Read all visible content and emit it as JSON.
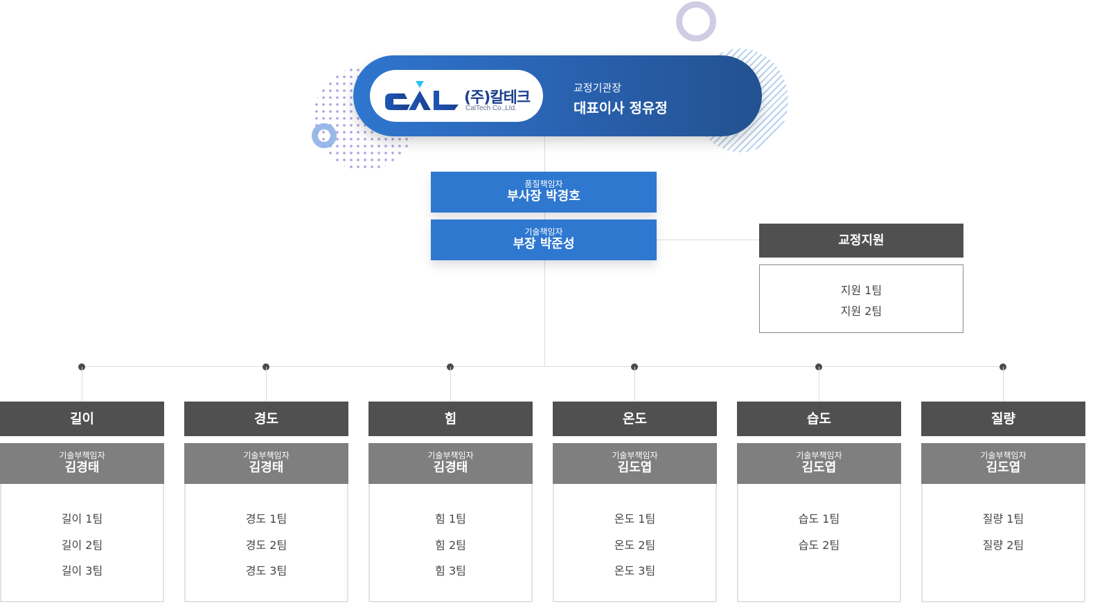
{
  "colors": {
    "ceo_gradient_start": "#2f76cf",
    "ceo_gradient_end": "#22518f",
    "executive_box": "#2f78d0",
    "department_header": "#505050",
    "department_lead": "#7f7f7f",
    "connector": "#dcdcdc",
    "node_dot": "#4a4a4a"
  },
  "company": {
    "logo_mark": "CAL",
    "name_kr": "(주)칼테크",
    "name_en": "CalTech Co.,Ltd."
  },
  "ceo": {
    "role": "교정기관장",
    "name": "대표이사 정유정"
  },
  "executives": [
    {
      "role": "품질책임자",
      "name": "부사장 박경호"
    },
    {
      "role": "기술책임자",
      "name": "부장 박준성"
    }
  ],
  "support": {
    "title": "교정지원",
    "teams": [
      "지원 1팀",
      "지원 2팀"
    ]
  },
  "departments": [
    {
      "title": "길이",
      "lead_role": "기술부책임자",
      "lead_name": "김경태",
      "teams": [
        "길이 1팀",
        "길이 2팀",
        "길이 3팀"
      ]
    },
    {
      "title": "경도",
      "lead_role": "기술부책임자",
      "lead_name": "김경태",
      "teams": [
        "경도 1팀",
        "경도 2팀",
        "경도 3팀"
      ]
    },
    {
      "title": "힘",
      "lead_role": "기술부책임자",
      "lead_name": "김경태",
      "teams": [
        "힘 1팀",
        "힘 2팀",
        "힘 3팀"
      ]
    },
    {
      "title": "온도",
      "lead_role": "기술부책임자",
      "lead_name": "김도엽",
      "teams": [
        "온도 1팀",
        "온도 2팀",
        "온도 3팀"
      ]
    },
    {
      "title": "습도",
      "lead_role": "기술부책임자",
      "lead_name": "김도엽",
      "teams": [
        "습도 1팀",
        "습도 2팀"
      ]
    },
    {
      "title": "질량",
      "lead_role": "기술부책임자",
      "lead_name": "김도엽",
      "teams": [
        "질량 1팀",
        "질량 2팀"
      ]
    }
  ]
}
